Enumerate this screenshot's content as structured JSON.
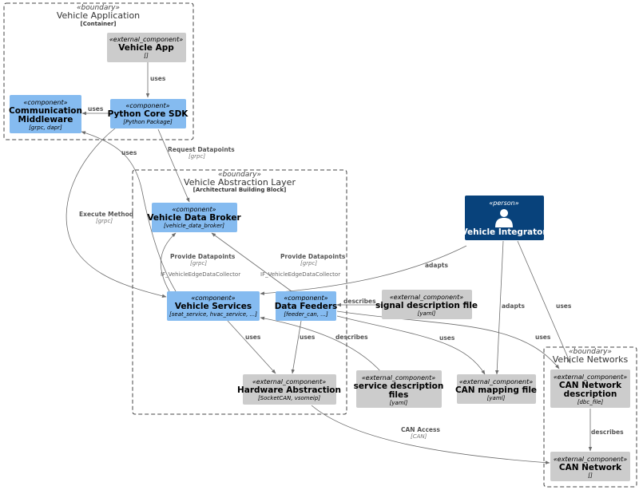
{
  "boundaries": [
    {
      "id": "vehicle-app",
      "stereotype": "«boundary»",
      "name": "Vehicle Application",
      "desc": "[Container]"
    },
    {
      "id": "val",
      "stereotype": "«boundary»",
      "name": "Vehicle Abstraction Layer",
      "desc": "[Architectural Building Block]"
    },
    {
      "id": "networks",
      "stereotype": "«boundary»",
      "name": "Vehicle Networks",
      "desc": ""
    }
  ],
  "nodes": [
    {
      "id": "vehicle-app-node",
      "kind": "external",
      "stereotype": "«external_component»",
      "name": [
        "Vehicle App"
      ],
      "desc": "[]"
    },
    {
      "id": "comm-middleware",
      "kind": "component",
      "stereotype": "«component»",
      "name": [
        "Communication",
        "Middleware"
      ],
      "desc": "[grpc, dapr]"
    },
    {
      "id": "python-sdk",
      "kind": "component",
      "stereotype": "«component»",
      "name": [
        "Python Core SDK"
      ],
      "desc": "[Python Package]"
    },
    {
      "id": "data-broker",
      "kind": "component",
      "stereotype": "«component»",
      "name": [
        "Vehicle Data Broker"
      ],
      "desc": "[vehicle_data_broker]"
    },
    {
      "id": "vehicle-services",
      "kind": "component",
      "stereotype": "«component»",
      "name": [
        "Vehicle Services"
      ],
      "desc": "[seat_service, hvac_service, ...]"
    },
    {
      "id": "data-feeders",
      "kind": "component",
      "stereotype": "«component»",
      "name": [
        "Data Feeders"
      ],
      "desc": "[feeder_can, ...]"
    },
    {
      "id": "hw-abstraction",
      "kind": "external",
      "stereotype": "«external_component»",
      "name": [
        "Hardware Abstraction"
      ],
      "desc": "[SocketCAN, vsomeip]"
    },
    {
      "id": "service-desc",
      "kind": "external",
      "stereotype": "«external_component»",
      "name": [
        "service description",
        "files"
      ],
      "desc": "[yaml]"
    },
    {
      "id": "signal-desc",
      "kind": "external",
      "stereotype": "«external_component»",
      "name": [
        "signal description file"
      ],
      "desc": "[yaml]"
    },
    {
      "id": "can-mapping",
      "kind": "external",
      "stereotype": "«external_component»",
      "name": [
        "CAN mapping file"
      ],
      "desc": "[yaml]"
    },
    {
      "id": "vehicle-integrator",
      "kind": "person",
      "stereotype": "«person»",
      "name": [
        "Vehicle Integrator"
      ],
      "desc": ""
    },
    {
      "id": "can-network-desc",
      "kind": "external",
      "stereotype": "«external_component»",
      "name": [
        "CAN Network",
        "description"
      ],
      "desc": "[dbc_file]"
    },
    {
      "id": "can-network",
      "kind": "external",
      "stereotype": "«external_component»",
      "name": [
        "CAN Network"
      ],
      "desc": "[]"
    }
  ],
  "edges": [
    {
      "id": "app-uses-sdk",
      "label": "uses",
      "tech": ""
    },
    {
      "id": "sdk-uses-middleware",
      "label": "uses",
      "tech": ""
    },
    {
      "id": "services-uses-middleware",
      "label": "uses",
      "tech": ""
    },
    {
      "id": "sdk-request-datapoints",
      "label": "Request Datapoints",
      "tech": "[grpc]"
    },
    {
      "id": "sdk-execute-method",
      "label": "Execute Method",
      "tech": "[grpc]"
    },
    {
      "id": "services-provide-datapoints",
      "label": "Provide Datapoints",
      "tech": "[grpc]",
      "sublabel": "IF_VehicleEdgeDataCollector"
    },
    {
      "id": "feeders-provide-datapoints",
      "label": "Provide Datapoints",
      "tech": "[grpc]",
      "sublabel": "IF_VehicleEdgeDataCollector"
    },
    {
      "id": "integrator-adapts-services",
      "label": "adapts",
      "tech": ""
    },
    {
      "id": "integrator-adapts-mapping",
      "label": "adapts",
      "tech": ""
    },
    {
      "id": "integrator-uses-networks",
      "label": "uses",
      "tech": ""
    },
    {
      "id": "signal-describes-feeders",
      "label": "describes",
      "tech": ""
    },
    {
      "id": "service-describes-services",
      "label": "describes",
      "tech": ""
    },
    {
      "id": "services-uses-hw",
      "label": "uses",
      "tech": ""
    },
    {
      "id": "feeders-uses-hw",
      "label": "uses",
      "tech": ""
    },
    {
      "id": "feeders-uses-mapping",
      "label": "uses",
      "tech": ""
    },
    {
      "id": "feeders-uses-network-desc",
      "label": "uses",
      "tech": ""
    },
    {
      "id": "network-desc-describes-network",
      "label": "describes",
      "tech": ""
    },
    {
      "id": "hw-can-access",
      "label": "CAN Access",
      "tech": "[CAN]"
    }
  ],
  "colors": {
    "component": "#85BBF0",
    "external": "#CCCCCC",
    "person": "#08427B",
    "boundary": "#444444",
    "edge": "#6D6D6D"
  },
  "icons": [
    "person-icon",
    "arrowhead-icon"
  ]
}
